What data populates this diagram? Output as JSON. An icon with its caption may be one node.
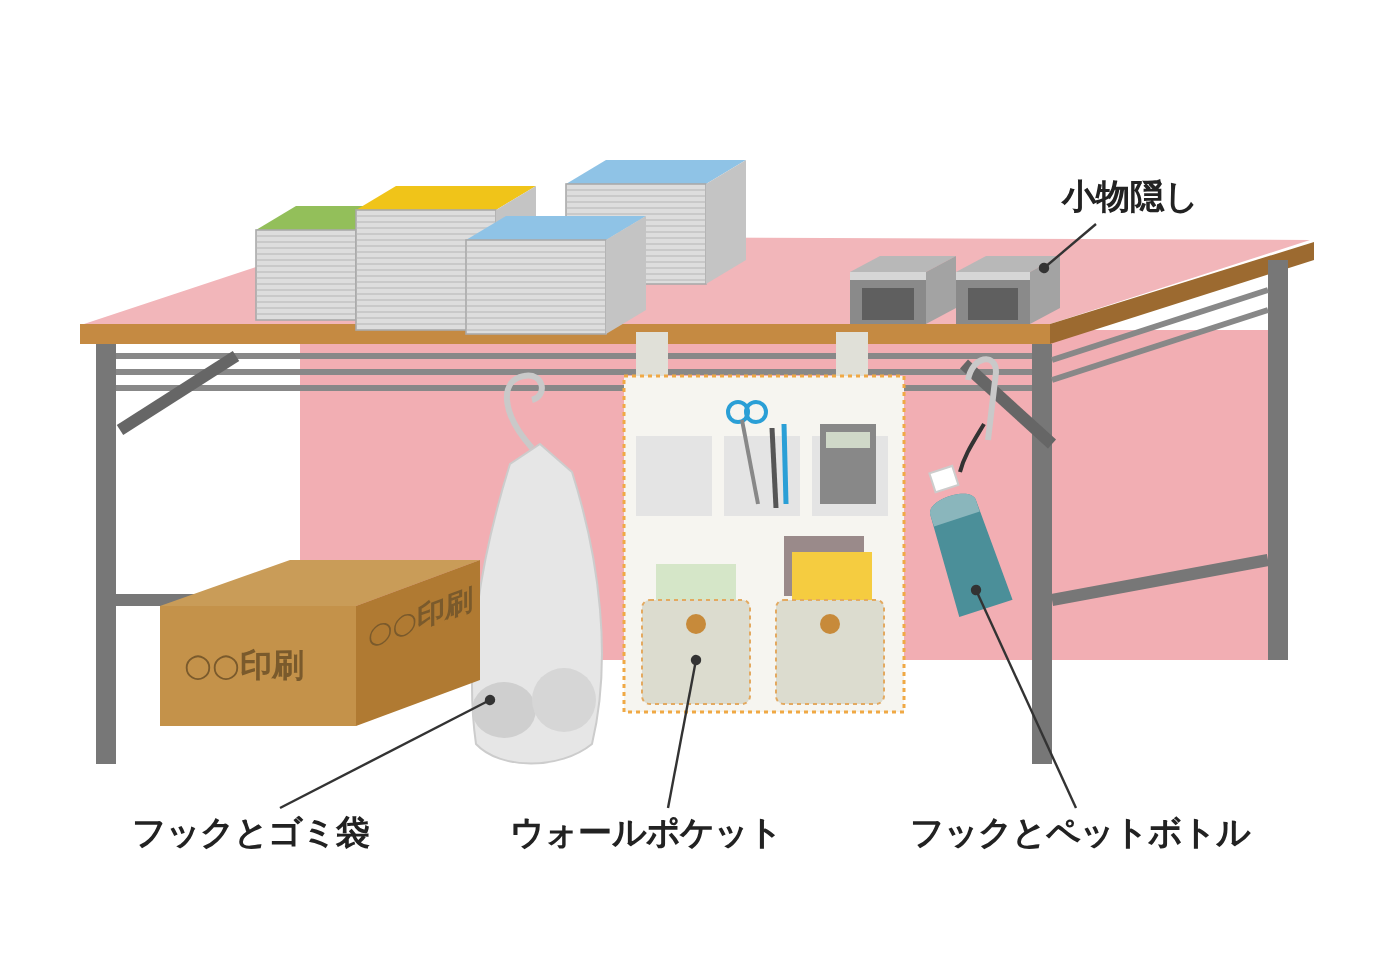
{
  "diagram": {
    "nodes": [
      {
        "text": [
          "小物隠し"
        ]
      },
      {
        "text": [],
        "shape": "box"
      },
      {
        "text": [],
        "shape": "bag"
      },
      {
        "text": [],
        "shape": "pocket"
      },
      {
        "text": [],
        "shape": "bottle"
      },
      {
        "text": [
          "フックとゴミ袋"
        ]
      },
      {
        "text": [
          "ウォールポケット"
        ]
      },
      {
        "text": [
          "フックとペットボトル"
        ]
      }
    ],
    "edges": [
      {
        "from": 0,
        "to": 1,
        "arrow": "other"
      },
      {
        "from": 5,
        "to": 2,
        "arrow": "other"
      },
      {
        "from": 6,
        "to": 3,
        "arrow": "other"
      },
      {
        "from": 7,
        "to": 4,
        "arrow": "other"
      }
    ],
    "labels": [
      "○○印刷",
      "○○印刷"
    ]
  }
}
